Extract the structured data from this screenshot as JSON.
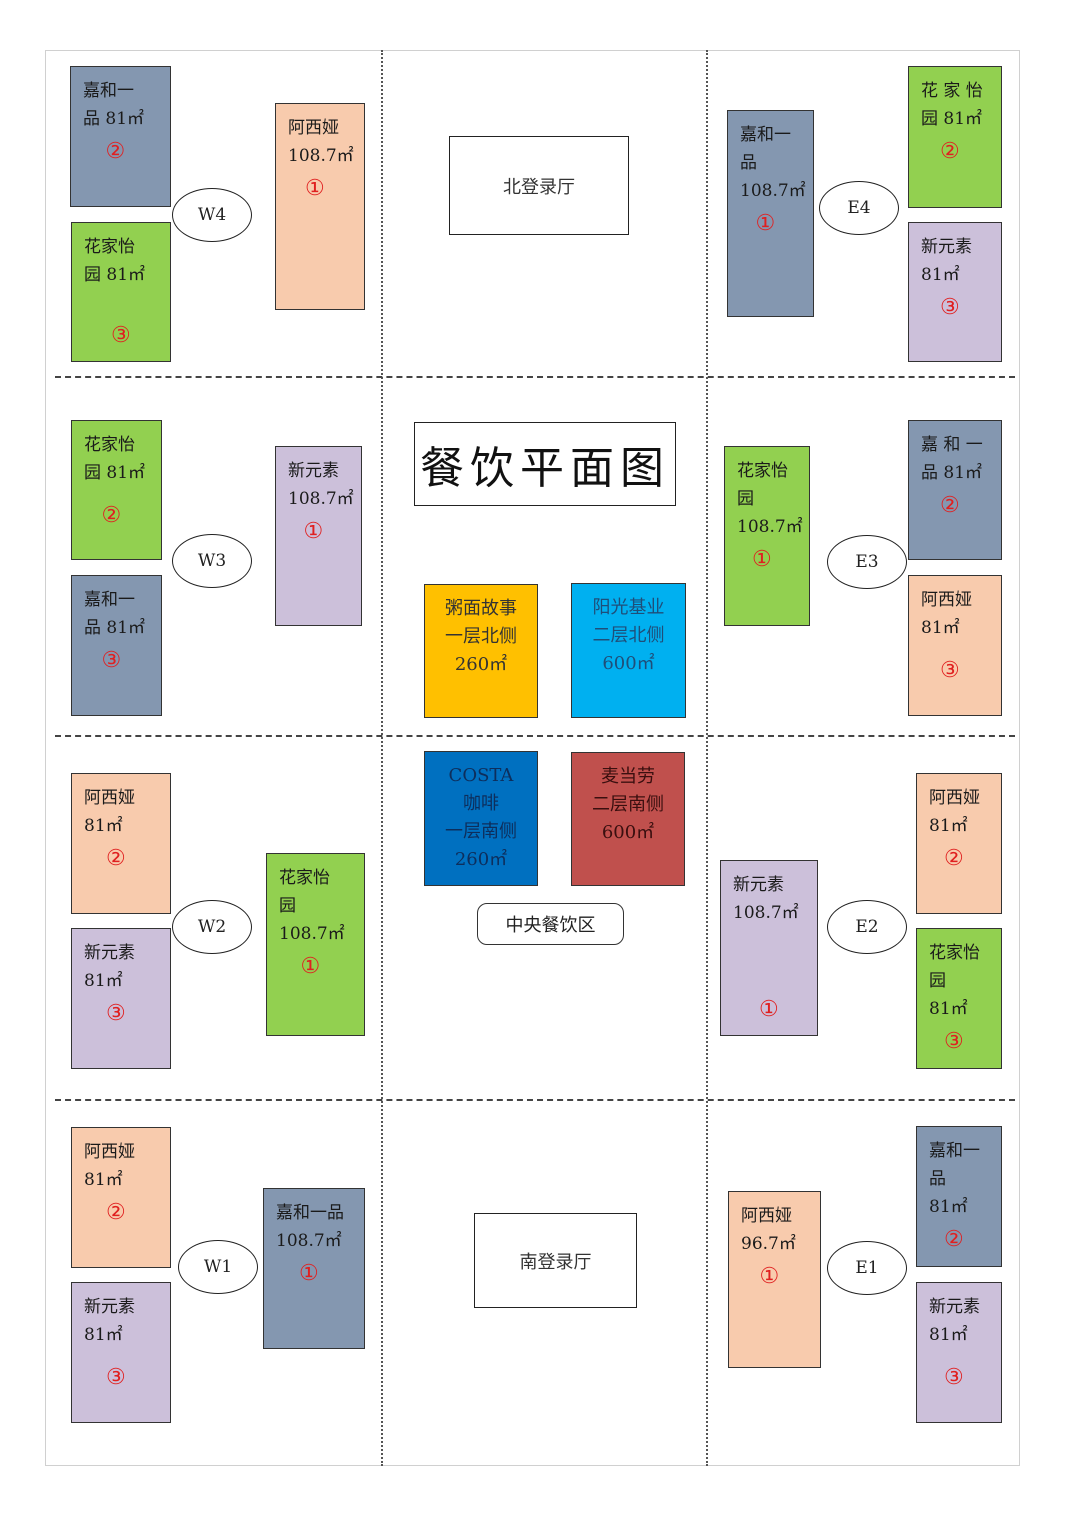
{
  "title": "餐饮平面图",
  "halls": {
    "north": "北登录厅",
    "south": "南登录厅"
  },
  "central_zone": "中央餐饮区",
  "colors": {
    "jiahe": "#8497b0",
    "huajia": "#92d050",
    "axiya": "#f8cbad",
    "xinyuansu": "#ccc0da",
    "zhoumian": "#ffc000",
    "yangguang": "#00b0f0",
    "costa": "#0070c0",
    "mcd": "#c0504d",
    "badge": "#e02020"
  },
  "entrances": {
    "W4": "W4",
    "E4": "E4",
    "W3": "W3",
    "E3": "E3",
    "W2": "W2",
    "E2": "E2",
    "W1": "W1",
    "E1": "E1"
  },
  "stores": {
    "w4a": {
      "lines": [
        "嘉和一",
        "品 81㎡"
      ],
      "badge": "②",
      "color": "jiahe"
    },
    "w4b": {
      "lines": [
        "花家怡",
        "园 81㎡"
      ],
      "badge": "③",
      "color": "huajia"
    },
    "w4c": {
      "lines": [
        "阿西娅",
        "108.7㎡"
      ],
      "badge": "①",
      "color": "axiya"
    },
    "e4a": {
      "lines": [
        "嘉和一",
        "品",
        "108.7㎡"
      ],
      "badge": "①",
      "color": "jiahe"
    },
    "e4b": {
      "lines": [
        "花 家 怡",
        "园 81㎡"
      ],
      "badge": "②",
      "color": "huajia"
    },
    "e4c": {
      "lines": [
        "新元素",
        "81㎡"
      ],
      "badge": "③",
      "color": "xinyuansu"
    },
    "w3a": {
      "lines": [
        "花家怡",
        "园 81㎡"
      ],
      "badge": "②",
      "color": "huajia"
    },
    "w3b": {
      "lines": [
        "嘉和一",
        "品 81㎡"
      ],
      "badge": "③",
      "color": "jiahe"
    },
    "w3c": {
      "lines": [
        "新元素",
        "108.7㎡"
      ],
      "badge": "①",
      "color": "xinyuansu"
    },
    "e3a": {
      "lines": [
        "花家怡",
        "园",
        "108.7㎡"
      ],
      "badge": "①",
      "color": "huajia"
    },
    "e3b": {
      "lines": [
        "嘉 和 一",
        "品 81㎡"
      ],
      "badge": "②",
      "color": "jiahe"
    },
    "e3c": {
      "lines": [
        "阿西娅",
        "81㎡"
      ],
      "badge": "③",
      "color": "axiya"
    },
    "w2a": {
      "lines": [
        "阿西娅",
        "81㎡"
      ],
      "badge": "②",
      "color": "axiya"
    },
    "w2b": {
      "lines": [
        "新元素",
        "81㎡"
      ],
      "badge": "③",
      "color": "xinyuansu"
    },
    "w2c": {
      "lines": [
        "花家怡",
        "园",
        "108.7㎡"
      ],
      "badge": "①",
      "color": "huajia"
    },
    "e2a": {
      "lines": [
        "新元素",
        "108.7㎡"
      ],
      "badge": "①",
      "color": "xinyuansu"
    },
    "e2b": {
      "lines": [
        "阿西娅",
        "81㎡"
      ],
      "badge": "②",
      "color": "axiya"
    },
    "e2c": {
      "lines": [
        "花家怡",
        "园",
        "81㎡"
      ],
      "badge": "③",
      "color": "huajia"
    },
    "w1a": {
      "lines": [
        "阿西娅",
        "81㎡"
      ],
      "badge": "②",
      "color": "axiya"
    },
    "w1b": {
      "lines": [
        "新元素",
        "81㎡"
      ],
      "badge": "③",
      "color": "xinyuansu"
    },
    "w1c": {
      "lines": [
        "嘉和一品",
        "108.7㎡"
      ],
      "badge": "①",
      "color": "jiahe"
    },
    "e1a": {
      "lines": [
        "阿西娅",
        "96.7㎡"
      ],
      "badge": "①",
      "color": "axiya"
    },
    "e1b": {
      "lines": [
        "嘉和一",
        "品",
        "81㎡"
      ],
      "badge": "②",
      "color": "jiahe"
    },
    "e1c": {
      "lines": [
        "新元素",
        "81㎡"
      ],
      "badge": "③",
      "color": "xinyuansu"
    }
  },
  "central": {
    "zhoumian": {
      "lines": [
        "粥面故事",
        "一层北侧",
        "260㎡"
      ],
      "color": "zhoumian"
    },
    "yangguang": {
      "lines": [
        "阳光基业",
        "二层北侧",
        "600㎡"
      ],
      "color": "yangguang"
    },
    "costa": {
      "lines": [
        "COSTA",
        "咖啡",
        "一层南侧",
        "260㎡"
      ],
      "color": "costa"
    },
    "mcd": {
      "lines": [
        "麦当劳",
        "二层南侧",
        "600㎡"
      ],
      "color": "mcd"
    }
  }
}
